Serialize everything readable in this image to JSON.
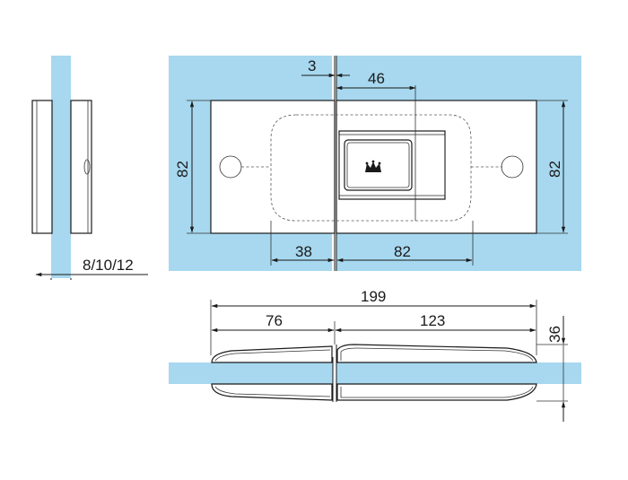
{
  "colors": {
    "glass": "#a7d8ef",
    "line": "#1a1a1a",
    "plate": "#ffffff"
  },
  "icons": {
    "logo": "crown-icon"
  },
  "dimensions": {
    "glass_thickness": "8/10/12",
    "gap": "3",
    "offset_top": "46",
    "height_left": "82",
    "height_right": "82",
    "left_length": "38",
    "right_length": "82",
    "overall_length": "199",
    "section_left": "76",
    "section_right": "123",
    "section_height": "36"
  }
}
